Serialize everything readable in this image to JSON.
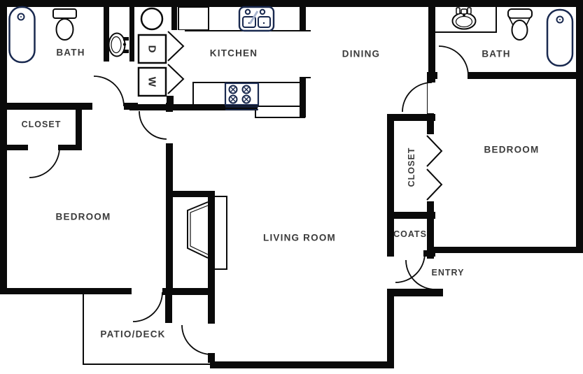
{
  "title": "Two bedroom two bath apartment floor plan",
  "rooms": {
    "bath_left": "BATH",
    "closet_left": "CLOSET",
    "bedroom_left": "BEDROOM",
    "kitchen": "KITCHEN",
    "dining": "DINING",
    "living_room": "LIVING ROOM",
    "patio": "PATIO/DECK",
    "bath_right": "BATH",
    "bedroom_right": "BEDROOM",
    "closet_right": "CLOSET",
    "coats": "COATS",
    "entry": "ENTRY"
  },
  "appliances": {
    "dryer": "D",
    "washer": "W"
  },
  "fixtures": [
    "bathtub-left",
    "toilet-left",
    "sink-left",
    "water-heater",
    "dryer",
    "washer",
    "refrigerator",
    "kitchen-sink",
    "stove",
    "fireplace",
    "vanity-sink-right",
    "toilet-right",
    "bathtub-right",
    "bifold-doors-utility",
    "bifold-doors-closet-right"
  ],
  "colors": {
    "wall": "#0a0a0a",
    "fixture_blue": "#19294f",
    "faucet_steel": "#a9b5cf",
    "label_text": "#3b3b3b",
    "background": "#ffffff"
  }
}
